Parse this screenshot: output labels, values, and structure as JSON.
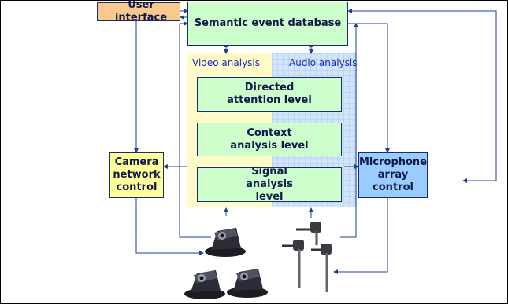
{
  "diagram": {
    "user_interface": "User interface",
    "semantic_db": "Semantic event database",
    "video_analysis": "Video analysis",
    "audio_analysis": "Audio analysis",
    "directed_attention": "Directed attention level",
    "context_analysis": "Context analysis level",
    "signal_analysis": "Signal analysis level",
    "camera_control": "Camera network control",
    "microphone_control": "Microphone array control"
  },
  "colors": {
    "box_green": "#ccffcc",
    "box_orange": "#f8c88c",
    "box_yellow": "#ffff99",
    "box_blue": "#99ccff",
    "region_yellow": "#fffbc8",
    "region_blue": "#d2e6fa",
    "arrow": "#1f3d9a"
  },
  "icons": [
    "camera-device-icon",
    "camera-device-icon",
    "camera-device-icon",
    "microphone-icon",
    "microphone-icon",
    "microphone-icon"
  ]
}
